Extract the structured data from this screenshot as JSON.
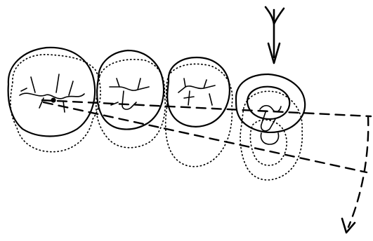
{
  "diagram": {
    "teeth": [
      {
        "id": "tooth-1"
      },
      {
        "id": "tooth-2"
      },
      {
        "id": "tooth-3"
      },
      {
        "id": "tooth-4"
      }
    ],
    "indicator_arrow": "down-arrow",
    "rotation_arrow": "curved-dashed-arrow",
    "ink_color": "#000000",
    "background_color": "#ffffff"
  }
}
